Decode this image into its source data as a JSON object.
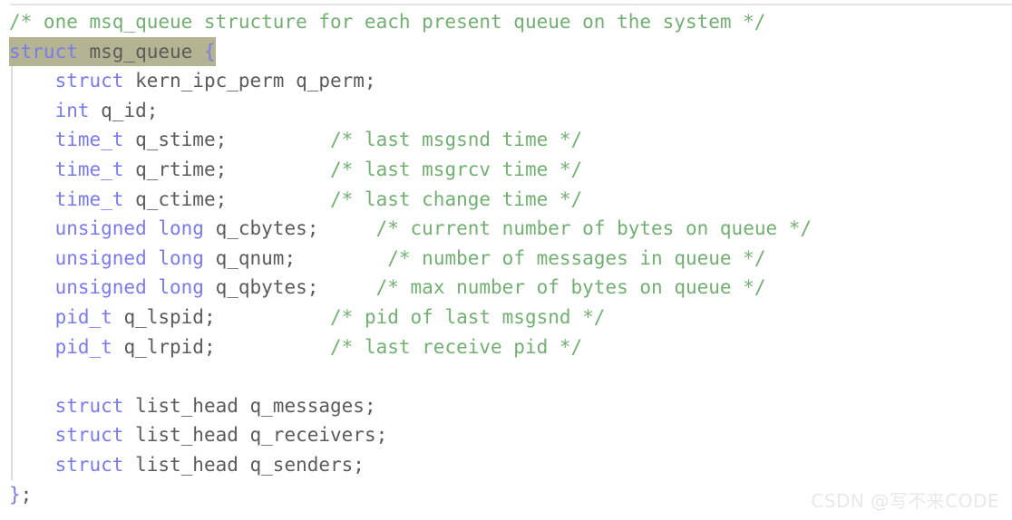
{
  "view": {
    "kind": "code-block",
    "language": "c",
    "background_color": "#ffffff",
    "top_rule_color": "#e4e4e4",
    "gutter_line_color": "#dcdcdc"
  },
  "theme": {
    "comment_color": "#72b072",
    "keyword_color": "#7a7aec",
    "identifier_color": "#5b5b5b",
    "highlight_background": "#b4b493",
    "watermark_color": "#e8e8e8"
  },
  "code": {
    "lines": [
      {
        "id": "line-1",
        "highlighted": false,
        "tokens": [
          {
            "cls": "tok-comment",
            "text": "/* one msq_queue structure for each present queue on the system */"
          }
        ]
      },
      {
        "id": "line-2",
        "highlighted": true,
        "tokens": [
          {
            "cls": "tok-keyword",
            "text": "struct",
            "hl": true
          },
          {
            "cls": "tok-plain",
            "text": " msg_queue ",
            "hl": true
          },
          {
            "cls": "tok-brace",
            "text": "{",
            "hl": true
          }
        ]
      },
      {
        "id": "line-3",
        "highlighted": false,
        "tokens": [
          {
            "cls": "tok-plain",
            "text": "    "
          },
          {
            "cls": "tok-keyword",
            "text": "struct"
          },
          {
            "cls": "tok-plain",
            "text": " kern_ipc_perm q_perm;"
          }
        ]
      },
      {
        "id": "line-4",
        "highlighted": false,
        "tokens": [
          {
            "cls": "tok-plain",
            "text": "    "
          },
          {
            "cls": "tok-keyword",
            "text": "int"
          },
          {
            "cls": "tok-plain",
            "text": " q_id;"
          }
        ]
      },
      {
        "id": "line-5",
        "highlighted": false,
        "tokens": [
          {
            "cls": "tok-plain",
            "text": "    "
          },
          {
            "cls": "tok-keyword",
            "text": "time_t"
          },
          {
            "cls": "tok-plain",
            "text": " q_stime;         "
          },
          {
            "cls": "tok-comment",
            "text": "/* last msgsnd time */"
          }
        ]
      },
      {
        "id": "line-6",
        "highlighted": false,
        "tokens": [
          {
            "cls": "tok-plain",
            "text": "    "
          },
          {
            "cls": "tok-keyword",
            "text": "time_t"
          },
          {
            "cls": "tok-plain",
            "text": " q_rtime;         "
          },
          {
            "cls": "tok-comment",
            "text": "/* last msgrcv time */"
          }
        ]
      },
      {
        "id": "line-7",
        "highlighted": false,
        "tokens": [
          {
            "cls": "tok-plain",
            "text": "    "
          },
          {
            "cls": "tok-keyword",
            "text": "time_t"
          },
          {
            "cls": "tok-plain",
            "text": " q_ctime;         "
          },
          {
            "cls": "tok-comment",
            "text": "/* last change time */"
          }
        ]
      },
      {
        "id": "line-8",
        "highlighted": false,
        "tokens": [
          {
            "cls": "tok-plain",
            "text": "    "
          },
          {
            "cls": "tok-keyword",
            "text": "unsigned long"
          },
          {
            "cls": "tok-plain",
            "text": " q_cbytes;     "
          },
          {
            "cls": "tok-comment",
            "text": "/* current number of bytes on queue */"
          }
        ]
      },
      {
        "id": "line-9",
        "highlighted": false,
        "tokens": [
          {
            "cls": "tok-plain",
            "text": "    "
          },
          {
            "cls": "tok-keyword",
            "text": "unsigned long"
          },
          {
            "cls": "tok-plain",
            "text": " q_qnum;        "
          },
          {
            "cls": "tok-comment",
            "text": "/* number of messages in queue */"
          }
        ]
      },
      {
        "id": "line-10",
        "highlighted": false,
        "tokens": [
          {
            "cls": "tok-plain",
            "text": "    "
          },
          {
            "cls": "tok-keyword",
            "text": "unsigned long"
          },
          {
            "cls": "tok-plain",
            "text": " q_qbytes;     "
          },
          {
            "cls": "tok-comment",
            "text": "/* max number of bytes on queue */"
          }
        ]
      },
      {
        "id": "line-11",
        "highlighted": false,
        "tokens": [
          {
            "cls": "tok-plain",
            "text": "    "
          },
          {
            "cls": "tok-keyword",
            "text": "pid_t"
          },
          {
            "cls": "tok-plain",
            "text": " q_lspid;          "
          },
          {
            "cls": "tok-comment",
            "text": "/* pid of last msgsnd */"
          }
        ]
      },
      {
        "id": "line-12",
        "highlighted": false,
        "tokens": [
          {
            "cls": "tok-plain",
            "text": "    "
          },
          {
            "cls": "tok-keyword",
            "text": "pid_t"
          },
          {
            "cls": "tok-plain",
            "text": " q_lrpid;          "
          },
          {
            "cls": "tok-comment",
            "text": "/* last receive pid */"
          }
        ]
      },
      {
        "id": "line-13",
        "highlighted": false,
        "tokens": [
          {
            "cls": "tok-plain",
            "text": ""
          }
        ]
      },
      {
        "id": "line-14",
        "highlighted": false,
        "tokens": [
          {
            "cls": "tok-plain",
            "text": "    "
          },
          {
            "cls": "tok-keyword",
            "text": "struct"
          },
          {
            "cls": "tok-plain",
            "text": " list_head q_messages;"
          }
        ]
      },
      {
        "id": "line-15",
        "highlighted": false,
        "tokens": [
          {
            "cls": "tok-plain",
            "text": "    "
          },
          {
            "cls": "tok-keyword",
            "text": "struct"
          },
          {
            "cls": "tok-plain",
            "text": " list_head q_receivers;"
          }
        ]
      },
      {
        "id": "line-16",
        "highlighted": false,
        "tokens": [
          {
            "cls": "tok-plain",
            "text": "    "
          },
          {
            "cls": "tok-keyword",
            "text": "struct"
          },
          {
            "cls": "tok-plain",
            "text": " list_head q_senders;"
          }
        ]
      },
      {
        "id": "line-17",
        "highlighted": false,
        "tokens": [
          {
            "cls": "tok-brace",
            "text": "}"
          },
          {
            "cls": "tok-plain",
            "text": ";"
          }
        ]
      }
    ]
  },
  "watermark": {
    "text": "CSDN @写不来CODE"
  }
}
